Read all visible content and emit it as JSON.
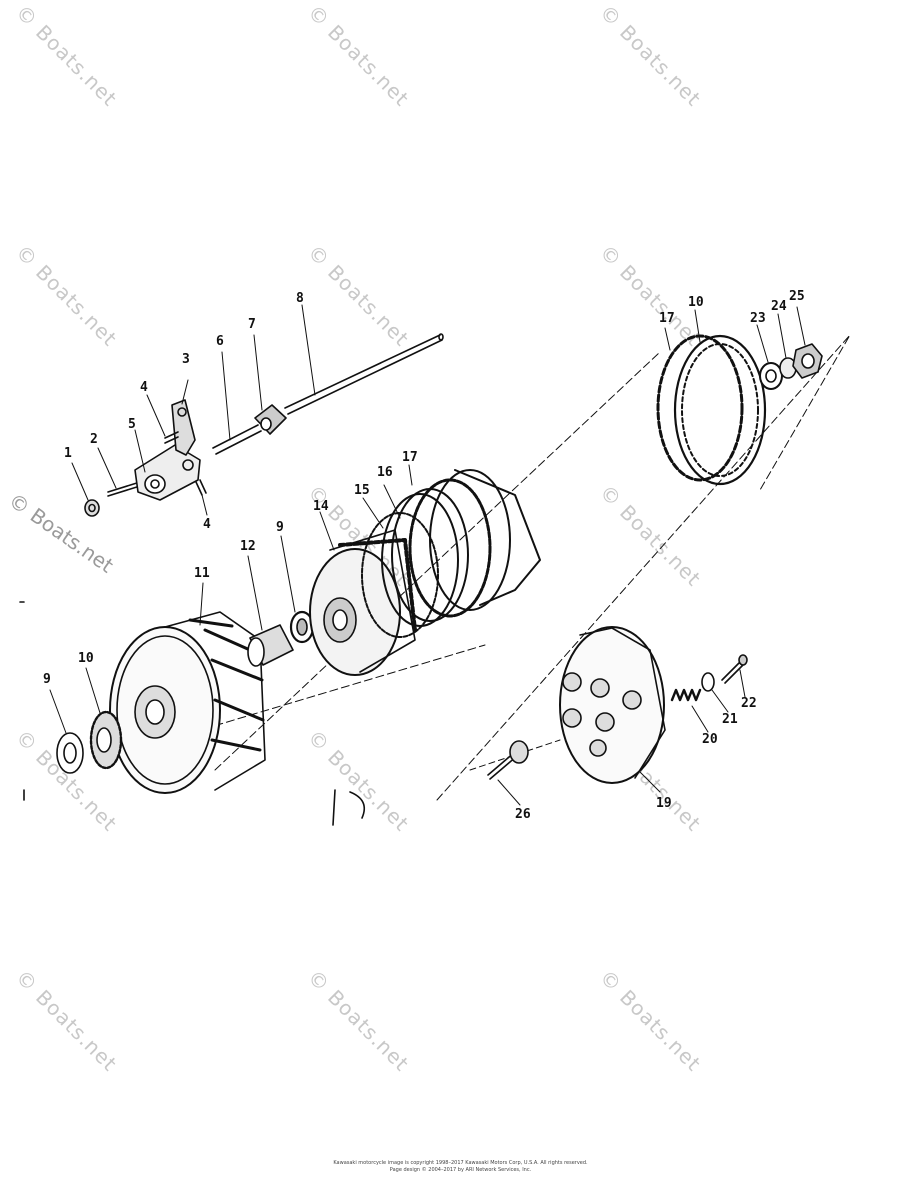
{
  "watermark": {
    "text": "© Boats.net"
  },
  "callouts": {
    "c1": "1",
    "c2": "2",
    "c3": "3",
    "c4a": "4",
    "c4b": "4",
    "c5": "5",
    "c6": "6",
    "c7": "7",
    "c8": "8",
    "c9a": "9",
    "c9b": "9",
    "c10a": "10",
    "c10b": "10",
    "c11": "11",
    "c12": "12",
    "c14": "14",
    "c15": "15",
    "c16": "16",
    "c17a": "17",
    "c17b": "17",
    "c19": "19",
    "c20": "20",
    "c21": "21",
    "c22": "22",
    "c23": "23",
    "c24": "24",
    "c25": "25",
    "c26": "26"
  },
  "footer": {
    "line1": "Kawasaki motorcycle image is copyright 1998–2017 Kawasaki Motors Corp, U.S.A. All rights reserved.",
    "line2": "Page design © 2004–2017 by ARI Network Services, Inc."
  }
}
